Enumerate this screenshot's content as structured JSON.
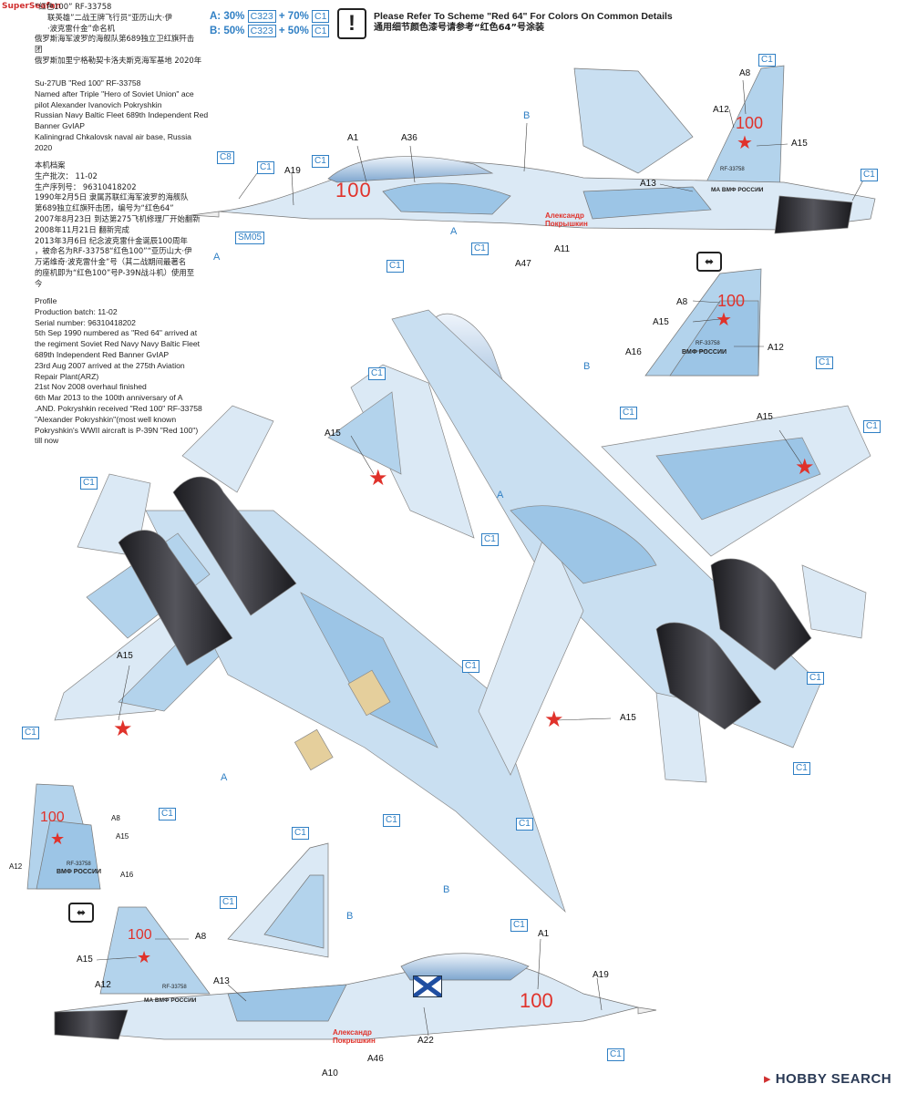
{
  "watermark_top": "SuperSeafan",
  "color_mix": {
    "a": {
      "label": "A:",
      "pct1": "30%",
      "code1": "C323",
      "pct2": "+ 70%",
      "code2": "C1"
    },
    "b": {
      "label": "B:",
      "pct1": "50%",
      "code1": "C323",
      "pct2": "+ 50%",
      "code2": "C1"
    }
  },
  "scheme_note": {
    "en": "Please Refer To Scheme \"Red 64\" For Colors On Common Details",
    "cn": "通用细节颜色漆号请参考“红色64”号涂装"
  },
  "notes_cn_top": [
    "“红色100”  RF-33758",
    "联英雄”二战王牌飞行员“亚历山大·伊",
    "·波克雷什金”命名机",
    "俄罗斯海军波罗的海舰队第689独立卫红旗歼击",
    "团",
    "俄罗斯加里宁格勒契卡洛夫斯克海军基地  2020年"
  ],
  "notes_en_top": [
    "Su-27UB \"Red 100\" RF-33758",
    "Named after Triple \"Hero of Soviet Union\" ace",
    "pilot Alexander Ivanovich Pokryshkin",
    "Russian Navy Baltic Fleet 689th Independent Red",
    "Banner GvIAP",
    "Kaliningrad Chkalovsk naval air base, Russia",
    "2020"
  ],
  "notes_cn_profile": [
    "本机档案",
    "生产批次：           11-02",
    "生产序列号：         96310418202",
    "1990年2月5日      隶属苏联红海军波罗的海舰队",
    "第689独立红旗歼击团，编号为“红色64”",
    "2007年8月23日     到达第275飞机修理厂开始翻新",
    "2008年11月21日  翻新完成",
    "2013年3月6日      纪念波克雷什金诞辰100周年",
    "，被命名为RF-33758“红色100”“亚历山大·伊",
    "万诺维奇·波克雷什金”号（其二战期间最著名",
    "的座机即为“红色100”号P-39N战斗机）使用至",
    "今"
  ],
  "notes_en_profile": [
    "Profile",
    "Production batch: 11-02",
    "Serial number:  96310418202",
    "5th Sep 1990     numbered as \"Red 64\" arrived at",
    "the regiment Soviet Red Navy Navy Baltic Fleet",
    "689th Independent Red Banner GvIAP",
    "23rd Aug 2007   arrived at the 275th Aviation",
    "Repair Plant(ARZ)",
    "21st Nov 2008   overhaul finished",
    "6th Mar 2013     to the 100th anniversary of A",
    ".AND. Pokryshkin received \"Red 100\" RF-33758",
    "\"Alexander Pokryshkin\"(most well known",
    "Pokryshkin's WWII aircraft is P-39N \"Red 100\")",
    "till now"
  ],
  "aircraft": {
    "number": "100",
    "serial": "RF-33758",
    "navy_marking": "МА ВМФ РОССИИ",
    "navy_marking_short": "ВМФ РОССИИ",
    "name_lines": [
      "Александр",
      "Покрышкин"
    ]
  },
  "labels": {
    "c1": "C1",
    "c8": "C8",
    "sm05": "SM05",
    "a": "A",
    "b": "B",
    "a1": "A1",
    "a8": "A8",
    "a10": "A10",
    "a11": "A11",
    "a12": "A12",
    "a13": "A13",
    "a15": "A15",
    "a16": "A16",
    "a19": "A19",
    "a22": "A22",
    "a36": "A36",
    "a46": "A46",
    "a47": "A47"
  },
  "swap_icon": "swap-arrows-icon",
  "logo": {
    "brand": "HOBBY SEARCH",
    "icon": "hobby-search-logo-icon"
  },
  "colors": {
    "camo_light": "#dbe9f5",
    "camo_mid": "#b3d3ec",
    "camo_dark": "#8fbde2",
    "red": "#e0322b",
    "nozzle": "#2a2a2e",
    "label_blue": "#2f7fc4"
  }
}
